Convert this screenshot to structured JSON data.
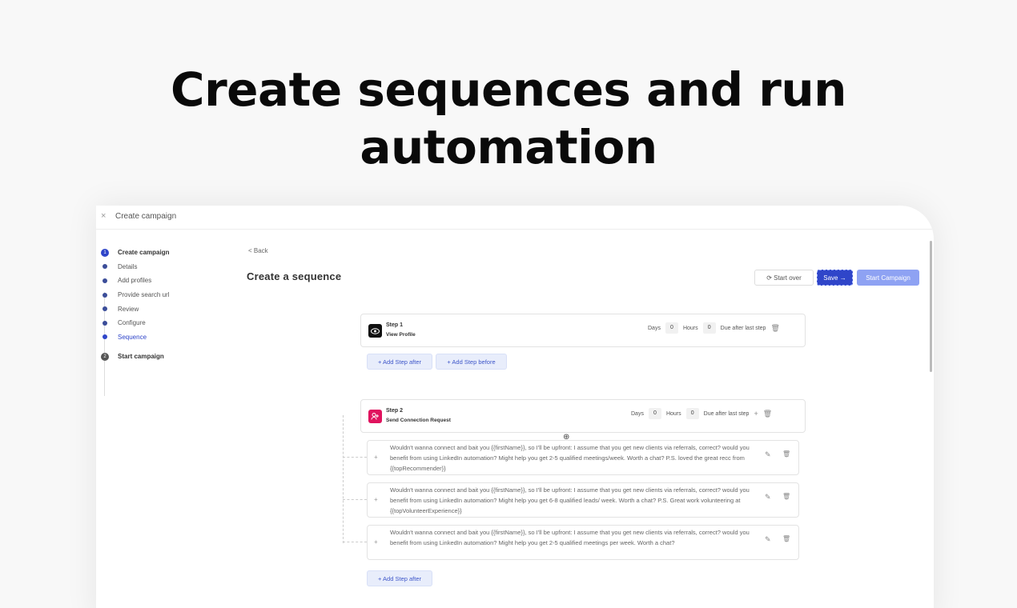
{
  "headline": {
    "line1": "Create sequences and run",
    "line2": "automation"
  },
  "window": {
    "close_icon": "×",
    "title": "Create campaign"
  },
  "stepper": {
    "items": [
      {
        "label": "Create campaign",
        "kind": "major",
        "marker": "1"
      },
      {
        "label": "Details",
        "kind": "minor"
      },
      {
        "label": "Add profiles",
        "kind": "minor"
      },
      {
        "label": "Provide search url",
        "kind": "minor"
      },
      {
        "label": "Review",
        "kind": "minor"
      },
      {
        "label": "Configure",
        "kind": "minor"
      },
      {
        "label": "Sequence",
        "kind": "minor",
        "active": true
      },
      {
        "label": "Start campaign",
        "kind": "major",
        "marker": "2"
      }
    ]
  },
  "page": {
    "back_label": "< Back",
    "title": "Create a sequence"
  },
  "toolbar": {
    "start_over_label": "⟳ Start over",
    "save_label": "Save →",
    "start_campaign_label": "Start Campaign"
  },
  "steps": [
    {
      "title": "Step 1",
      "action": "View Profile",
      "days_label": "Days",
      "days": "0",
      "hours_label": "Hours",
      "hours": "0",
      "due_label": "Due after last step",
      "icon": "eye-icon"
    },
    {
      "title": "Step 2",
      "action": "Send Connection Request",
      "days_label": "Days",
      "days": "0",
      "hours_label": "Hours",
      "hours": "0",
      "due_label": "Due after last step",
      "icon": "connection-icon"
    }
  ],
  "add_buttons": {
    "after": "+ Add Step after",
    "before": "+ Add Step before"
  },
  "messages": [
    "Wouldn't wanna connect and bait you {{firstName}}, so I'll be upfront: I assume that you get new clients via referrals, correct? would you benefit from using LinkedIn automation? Might help you get 2-5 qualified meetings/week. Worth a chat? P.S. loved the great recc from {{topRecommender}}",
    "Wouldn't wanna connect and bait you {{firstName}}, so I'll be upfront: I assume that you get new clients via referrals, correct? would you benefit from using LinkedIn automation? Might help you get 6-8 qualified leads/ week. Worth a chat? P.S. Great work volunteering at {{topVolunteerExperience}}",
    "Wouldn't wanna connect and bait you {{firstName}}, so I'll be upfront: I assume that you get new clients via referrals, correct? would you benefit from using LinkedIn automation? Might help you get 2-5 qualified meetings per week. Worth a chat?"
  ],
  "colors": {
    "primary": "#2f45c9",
    "primary_light": "#8ea2f3",
    "accent_pink": "#e0135e"
  }
}
